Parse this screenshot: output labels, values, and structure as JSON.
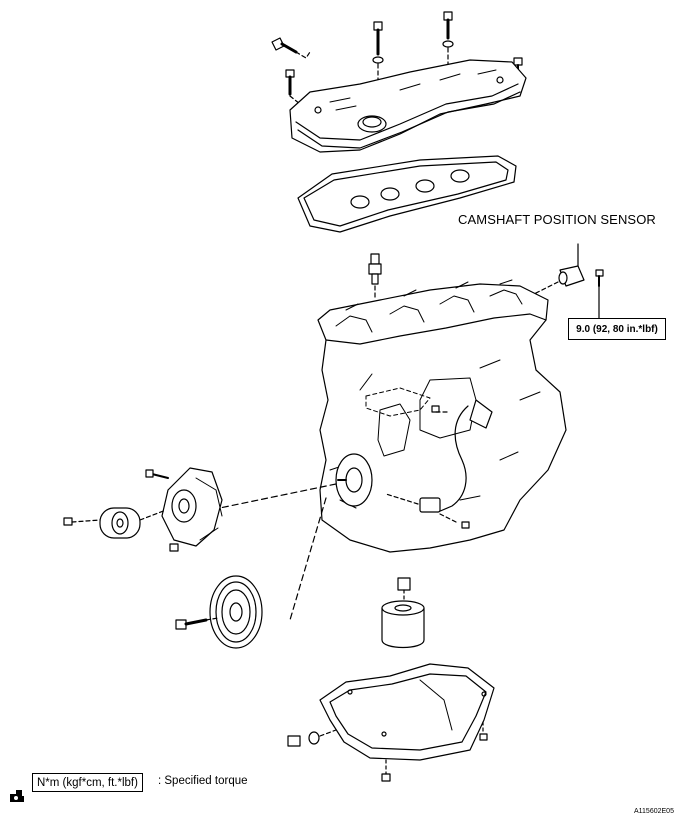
{
  "labels": {
    "sensor": "CAMSHAFT POSITION SENSOR",
    "sensor_torque": "9.0 (92, 80 in.*lbf)",
    "legend_unit": "N*m (kgf*cm, ft.*lbf)",
    "legend_text": ": Specified torque",
    "figure_code": "A115602E05"
  },
  "icons": [
    "torque-wrench-icon"
  ],
  "colors": {
    "line": "#000000",
    "background": "#ffffff"
  }
}
